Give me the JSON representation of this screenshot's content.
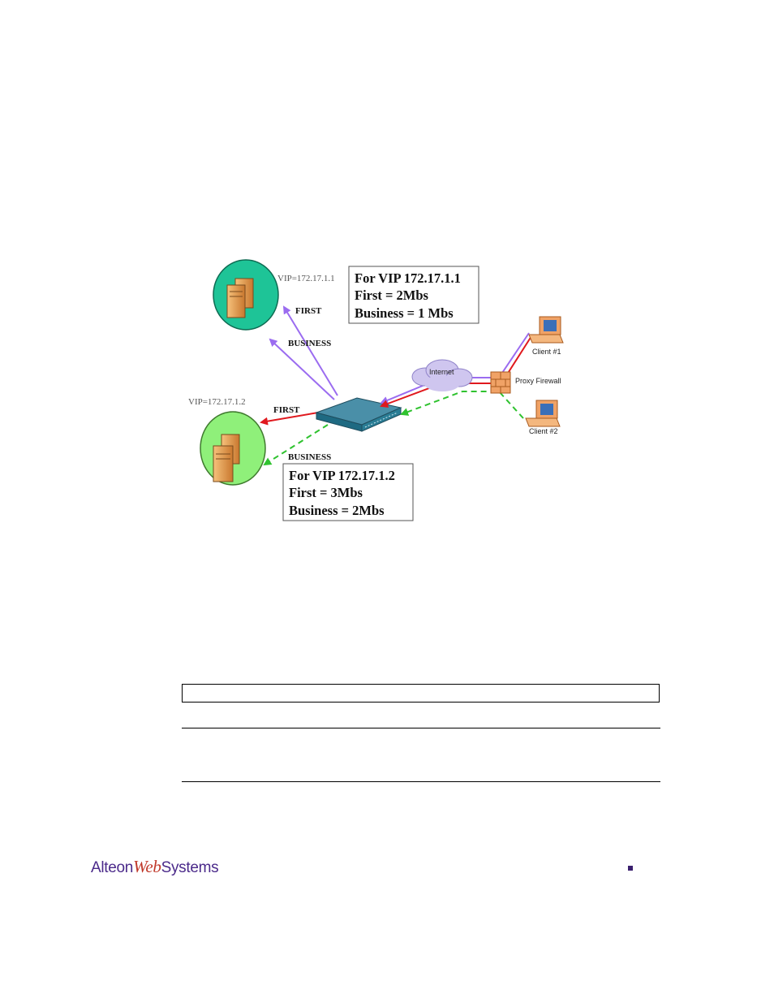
{
  "diagram": {
    "vip1": {
      "label": "VIP=172.17.1.1",
      "first_label": "FIRST",
      "business_label": "BUSINESS",
      "info": [
        "For  VIP 172.17.1.1",
        "First = 2Mbs",
        "Business = 1 Mbs"
      ],
      "circle_color": "#1ec497"
    },
    "vip2": {
      "label": "VIP=172.17.1.2",
      "first_label": "FIRST",
      "business_label": "BUSINESS",
      "info": [
        "For  VIP 172.17.1.2",
        "First = 3Mbs",
        "Business = 2Mbs"
      ],
      "circle_color": "#8ff07a"
    },
    "internet_label": "Internet",
    "firewall_label": "Proxy Firewall",
    "client1_label": "Client #1",
    "client2_label": "Client #2",
    "colors": {
      "first_line": "#e0191e",
      "business_line_vip1": "#9b6cf0",
      "business_line_vip2": "#2fc22f"
    }
  },
  "footer": {
    "logo_part1": "Alteon",
    "logo_part2": "Web",
    "logo_part3": "Systems"
  }
}
